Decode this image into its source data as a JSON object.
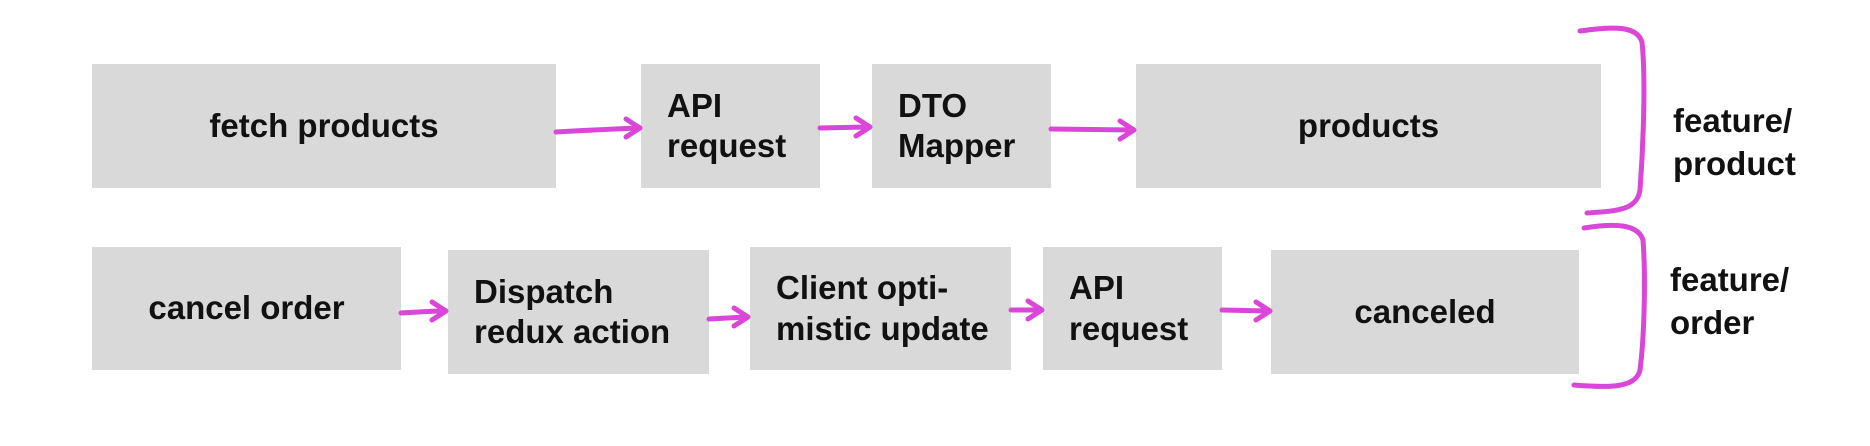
{
  "rows": [
    {
      "name": "product-flow",
      "boxes": [
        {
          "id": "fetch-products",
          "label": "fetch products"
        },
        {
          "id": "api-request",
          "label": "API\nrequest"
        },
        {
          "id": "dto-mapper",
          "label": "DTO\nMapper"
        },
        {
          "id": "products",
          "label": "products"
        }
      ],
      "group_label": "feature/\nproduct"
    },
    {
      "name": "order-flow",
      "boxes": [
        {
          "id": "cancel-order",
          "label": "cancel order"
        },
        {
          "id": "dispatch-redux-action",
          "label": "Dispatch\nredux action"
        },
        {
          "id": "client-optimistic-update",
          "label": "Client opti-\nmistic update"
        },
        {
          "id": "api-request",
          "label": "API\nrequest"
        },
        {
          "id": "canceled",
          "label": "canceled"
        }
      ],
      "group_label": "feature/\norder"
    }
  ],
  "colors": {
    "box_fill": "#d9d9d9",
    "arrow": "#d946d8",
    "text": "#111111"
  }
}
